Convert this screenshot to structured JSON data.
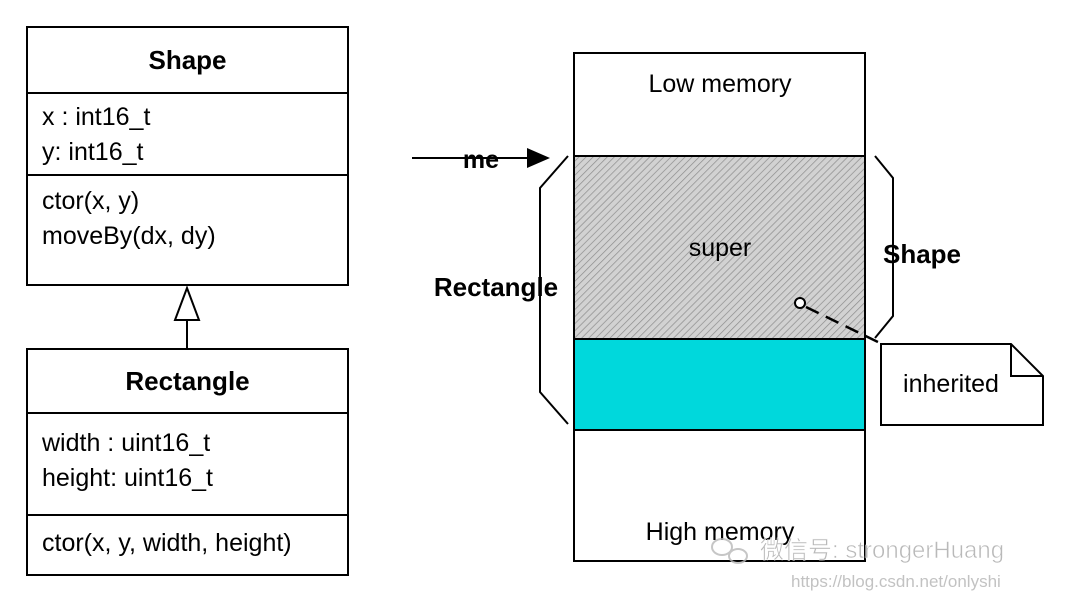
{
  "uml": {
    "shape": {
      "name": "Shape",
      "attributes": [
        "x : int16_t",
        "y: int16_t"
      ],
      "operations": [
        "ctor(x, y)",
        "moveBy(dx, dy)"
      ]
    },
    "rectangle": {
      "name": "Rectangle",
      "attributes": [
        "width : uint16_t",
        "height: uint16_t"
      ],
      "operations": [
        "ctor(x, y, width, height)"
      ]
    }
  },
  "memory": {
    "low_label": "Low memory",
    "super_label": "super",
    "high_label": "High memory",
    "pointer_label": "me",
    "rectangle_label": "Rectangle",
    "shape_label": "Shape",
    "note_label": "inherited",
    "cyan_color": "#00d8dc"
  },
  "watermark": {
    "wechat": "微信号: strongerHuang",
    "url": "https://blog.csdn.net/onlyshi"
  }
}
